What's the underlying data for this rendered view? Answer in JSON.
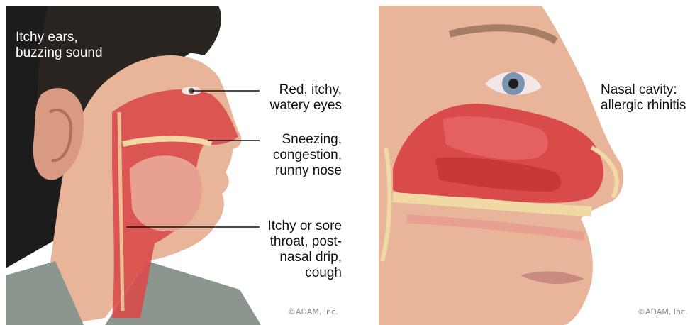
{
  "left": {
    "labels": {
      "ears": "Itchy ears,\nbuzzing sound",
      "eyes": "Red, itchy,\nwatery eyes",
      "nose": "Sneezing,\ncongestion,\nrunny nose",
      "throat": "Itchy or sore\nthroat, post-\nnasal drip,\ncough"
    },
    "credit": "©ADAM, Inc."
  },
  "right": {
    "labels": {
      "nasal": "Nasal cavity:\nallergic rhinitis"
    },
    "credit": "©ADAM, Inc."
  },
  "colors": {
    "skin": "#e8b49a",
    "tissue": "#d94a4a",
    "bone": "#f1d9a6",
    "hair": "#2a2420",
    "shirt": "#8a968e",
    "background_left": "#1c1c1c"
  },
  "icons": [
    "head-cross-section-illustration",
    "nasal-cavity-illustration"
  ]
}
